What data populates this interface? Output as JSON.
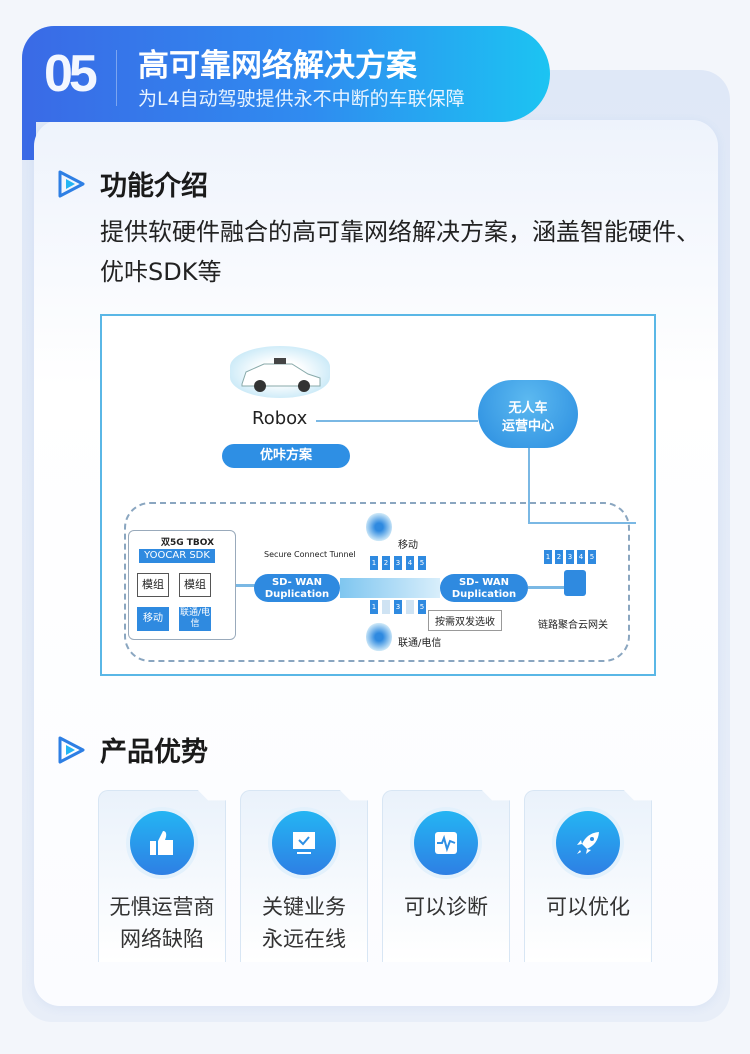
{
  "header": {
    "number": "05",
    "title": "高可靠网络解决方案",
    "subtitle": "为L4自动驾驶提供永不中断的车联保障"
  },
  "section1": {
    "title": "功能介绍",
    "description": "提供软硬件融合的高可靠网络解决方案，涵盖智能硬件、优咔SDK等"
  },
  "diagram": {
    "robox": "Robox",
    "solution_pill": "优咔方案",
    "cloud": [
      "无人车",
      "运营中心"
    ],
    "tbox_title": "双5G TBOX",
    "sdk": "YOOCAR SDK",
    "module1": "模组",
    "module2": "模组",
    "carrier1": "移动",
    "carrier2": "联通/电信",
    "tunnel": "Secure Connect Tunnel",
    "sdwan": [
      "SD- WAN",
      "Duplication"
    ],
    "tower_top": "移动",
    "tower_bottom": "联通/电信",
    "dual_send": "按需双发选收",
    "gateway": "链路聚合云网关",
    "packets": [
      "1",
      "2",
      "3",
      "4",
      "5"
    ]
  },
  "section2": {
    "title": "产品优势"
  },
  "advantages": [
    {
      "icon": "thumbs-up",
      "line1": "无惧运营商",
      "line2": "网络缺陷"
    },
    {
      "icon": "monitor-check",
      "line1": "关键业务",
      "line2": "永远在线"
    },
    {
      "icon": "pulse",
      "line1": "可以诊断",
      "line2": ""
    },
    {
      "icon": "rocket",
      "line1": "可以优化",
      "line2": ""
    }
  ]
}
